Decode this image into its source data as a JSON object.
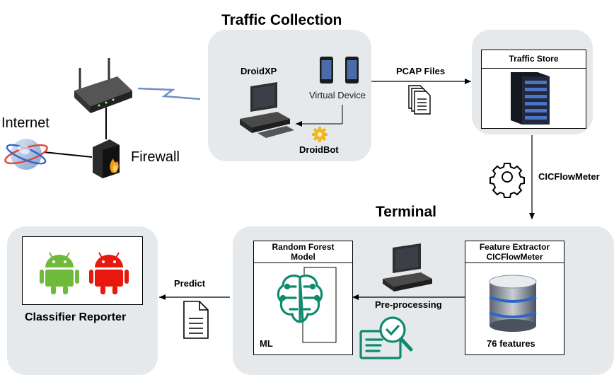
{
  "sections": {
    "traffic_collection": {
      "title": "Traffic Collection",
      "droidxp": "DroidXP",
      "virtual_device": "Virtual Device",
      "droidbot": "DroidBot"
    },
    "terminal": {
      "title": "Terminal",
      "random_forest": "Random Forest Model",
      "ml": "ML",
      "feature_extractor": "Feature Extractor CICFlowMeter",
      "features": "76 features",
      "preprocessing": "Pre-processing"
    },
    "traffic_store": {
      "title": "Traffic Store"
    },
    "classifier": {
      "title": "Classifier Reporter"
    }
  },
  "labels": {
    "internet": "Internet",
    "firewall": "Firewall",
    "pcap_files": "PCAP Files",
    "cicflowmeter": "CICFlowMeter",
    "predict": "Predict"
  },
  "colors": {
    "panel": "#e6e9ec",
    "android_green": "#6fba3a",
    "android_red": "#e8180f",
    "ml_teal": "#0f8a6e"
  },
  "icons": [
    "router-icon",
    "internet-globe-icon",
    "firewall-icon",
    "computer-icon",
    "phone-icon",
    "gear-icon",
    "document-icon",
    "server-rack-icon",
    "database-icon",
    "brain-icon",
    "magnifier-report-icon",
    "android-icon"
  ]
}
